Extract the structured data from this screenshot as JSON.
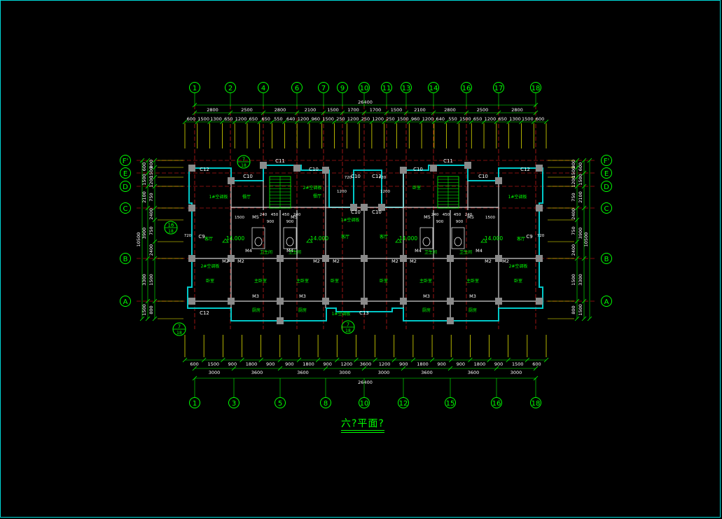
{
  "title": "六?平面?",
  "colors": {
    "axis": "#00ff00",
    "wall": "#00c8c8",
    "column": "#8a8a8a",
    "grid_line": "#ff2020",
    "dim_tick": "#ffff00",
    "text": "#00ff00"
  },
  "top_axes": [
    "1",
    "2",
    "4",
    "6",
    "7",
    "9",
    "10",
    "11",
    "13",
    "14",
    "16",
    "17",
    "18"
  ],
  "bottom_axes": [
    "1",
    "3",
    "5",
    "8",
    "10",
    "12",
    "15",
    "16",
    "18"
  ],
  "side_axes": [
    "F'",
    "E",
    "D",
    "C",
    "B",
    "A"
  ],
  "top_dims": {
    "overall": "26400",
    "row1": [
      "2800",
      "2500",
      "2800",
      "2100",
      "1500",
      "1700",
      "1700",
      "1500",
      "2100",
      "2800",
      "2500",
      "2800"
    ],
    "row2": [
      "600",
      "1500",
      "1300",
      "650",
      "1200",
      "650",
      "650",
      "550",
      "640",
      "1200",
      "960",
      "1500",
      "250",
      "1200",
      "250",
      "1200",
      "250",
      "1500",
      "960",
      "1200",
      "640",
      "550",
      "1500",
      "650",
      "1200",
      "650",
      "1300",
      "1500",
      "600"
    ],
    "center_marks": [
      "250",
      "250",
      "250",
      "250"
    ]
  },
  "bottom_dims": {
    "overall": "26400",
    "row1": [
      "3000",
      "3600",
      "3600",
      "3000",
      "3000",
      "3600",
      "3600",
      "3000"
    ],
    "row2": [
      "600",
      "1500",
      "900",
      "1800",
      "900",
      "900",
      "1800",
      "900",
      "1200",
      "3600",
      "1200",
      "900",
      "1800",
      "900",
      "900",
      "1800",
      "900",
      "1500",
      "600"
    ]
  },
  "left_dims": {
    "overall": "10500",
    "col1": [
      "600",
      "1500",
      "2100",
      "3900",
      "3300",
      "1500"
    ],
    "col2": [
      "800",
      "1500",
      "1200",
      "750",
      "2400",
      "750",
      "2400",
      "1500",
      "800"
    ]
  },
  "right_dims": {
    "overall": "10500",
    "col1": [
      "600",
      "1500",
      "2100",
      "3900",
      "3300",
      "1500"
    ],
    "col2": [
      "800",
      "1500",
      "1200",
      "750",
      "2400",
      "750",
      "2400",
      "1500",
      "800"
    ]
  },
  "labels": {
    "windows": [
      "C12",
      "C10",
      "C11",
      "C10",
      "C10",
      "C10",
      "C11",
      "C10",
      "C12",
      "C10",
      "C10",
      "C12",
      "C13",
      "C12",
      "C9",
      "C9"
    ],
    "doors": [
      "M2",
      "M2",
      "M2",
      "M2",
      "M2",
      "M2",
      "M2",
      "M2",
      "M3",
      "M3",
      "M3",
      "M3",
      "M4",
      "M4",
      "M4",
      "M4",
      "M5",
      "M5",
      "M5",
      "M5"
    ],
    "rooms": [
      "餐厅",
      "餐厅",
      "客厅",
      "客厅",
      "客厅",
      "客厅",
      "卧室",
      "主卧室",
      "主卧室",
      "卧室",
      "卧室",
      "主卧室",
      "主卧室",
      "卧室",
      "厨房",
      "厨房",
      "厨房",
      "厨房",
      "卫生间",
      "卫生间",
      "卫生间",
      "卫生间",
      "1#空调板",
      "1#空调板",
      "2#空调板",
      "2#空调板",
      "1#空调板",
      "1#空调板",
      "2#空调板",
      "卧室"
    ],
    "elevations": [
      "14.000",
      "14.000",
      "14.000",
      "14.000"
    ],
    "dim_small": [
      "240",
      "450",
      "450",
      "240",
      "900",
      "900",
      "240",
      "450",
      "450",
      "240",
      "900",
      "900",
      "720",
      "720",
      "1500",
      "1500",
      "1200",
      "1200",
      "720",
      "720"
    ],
    "detail_marks": [
      "7",
      "18",
      "16",
      "18",
      "7",
      "18",
      "7",
      "18"
    ]
  }
}
